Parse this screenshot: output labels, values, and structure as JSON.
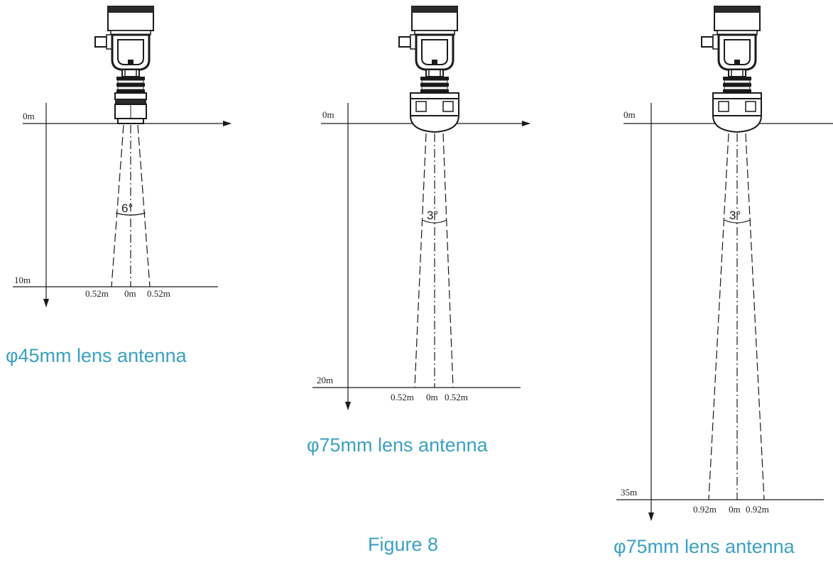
{
  "figure_label": "Figure 8",
  "colors": {
    "caption": "#3aa1c2",
    "ink": "#1a1a1a"
  },
  "panels": [
    {
      "caption": "φ45mm lens antenna",
      "top_label": "0m",
      "bottom_label": "10m",
      "beam_angle": "6°",
      "left_width": "0.52m",
      "center": "0m",
      "right_width": "0.52m"
    },
    {
      "caption": "φ75mm lens antenna",
      "top_label": "0m",
      "bottom_label": "20m",
      "beam_angle": "3°",
      "left_width": "0.52m",
      "center": "0m",
      "right_width": "0.52m"
    },
    {
      "caption": "φ75mm lens antenna",
      "top_label": "0m",
      "bottom_label": "35m",
      "beam_angle": "3°",
      "left_width": "0.92m",
      "center": "0m",
      "right_width": "0.92m"
    }
  ]
}
